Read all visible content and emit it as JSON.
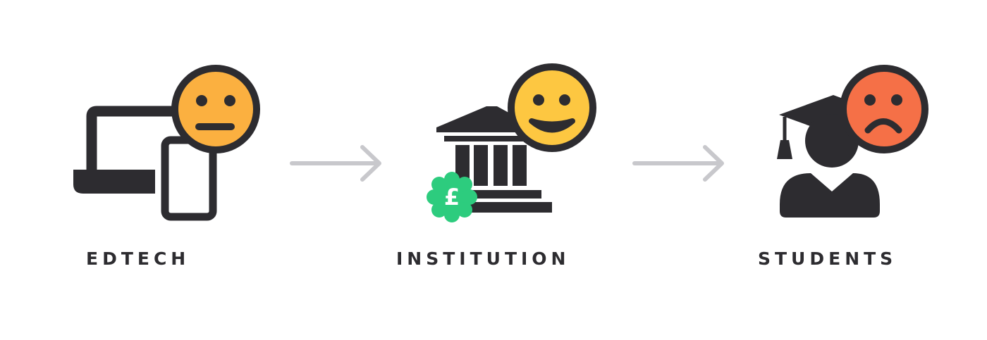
{
  "stages": [
    {
      "label": "EDTECH",
      "icon": "laptop-phone-icon",
      "sentiment": "neutral-face-icon"
    },
    {
      "label": "INSTITUTION",
      "icon": "bank-building-icon",
      "sentiment": "happy-face-icon",
      "badge": "£"
    },
    {
      "label": "STUDENTS",
      "icon": "graduate-student-icon",
      "sentiment": "sad-face-icon"
    }
  ],
  "colors": {
    "ink": "#2d2c30",
    "arrow": "#c8c8cc",
    "neutral_face": "#fbb040",
    "happy_face": "#fdc741",
    "sad_face": "#f57047",
    "badge": "#2dcc7e"
  }
}
